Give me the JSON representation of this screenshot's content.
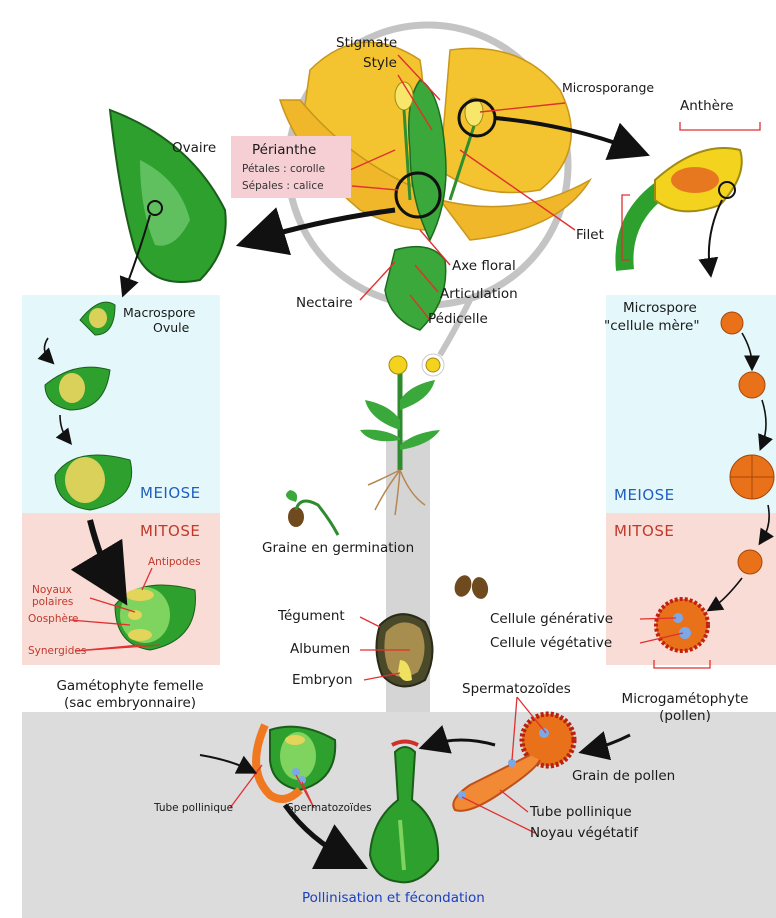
{
  "labels": {
    "stigmate": "Stigmate",
    "style": "Style",
    "microsporange": "Microsporange",
    "anthere": "Anthère",
    "ovaire": "Ovaire",
    "perianthe": "Périanthe",
    "petales": "Pétales : corolle",
    "sepales": "Sépales : calice",
    "filet": "Filet",
    "axe_floral": "Axe floral",
    "articulation": "Articulation",
    "nectaire": "Nectaire",
    "pedicelle": "Pédicelle",
    "macrospore": "Macrospore",
    "ovule": "Ovule",
    "microspore": "Microspore",
    "cellule_mere": "\"cellule mère\"",
    "meiose_left": "MEIOSE",
    "meiose_right": "MEIOSE",
    "mitose_left": "MITOSE",
    "mitose_right": "MITOSE",
    "antipodes": "Antipodes",
    "noyaux": "Noyaux",
    "polaires": "polaires",
    "oosphere": "Oosphère",
    "synergides": "Synergides",
    "graine_germination": "Graine en germination",
    "tegument": "Tégument",
    "albumen": "Albumen",
    "embryon": "Embryon",
    "cellule_generative": "Cellule générative",
    "cellule_vegetative": "Cellule végétative",
    "gametophyte_femelle": "Gamétophyte femelle",
    "sac_embryonnaire": "(sac embryonnaire)",
    "spermatozoides_right": "Spermatozoïdes",
    "microgametophyte": "Microgamétophyte",
    "pollen": "(pollen)",
    "grain_pollen": "Grain de pollen",
    "tube_pollinique_right": "Tube pollinique",
    "noyau_vegetatif": "Noyau végétatif",
    "tube_pollinique_left": "Tube pollinique",
    "spermatozoides_left": "Spermatozoïdes",
    "pollinisation": "Pollinisation et fécondation"
  },
  "colors": {
    "green": "#2f9e2f",
    "dark_green": "#1e6b1e",
    "yellow": "#f2c12e",
    "orange": "#e8711a",
    "red_line": "#e03030",
    "meiose_bg": "#e4f8fb",
    "mitose_bg": "#fadcd6",
    "bottom_bg": "#dcdcdc",
    "meiose_text": "#1f5fbf",
    "mitose_text": "#c0392b",
    "title_blue": "#1a3fbf"
  }
}
